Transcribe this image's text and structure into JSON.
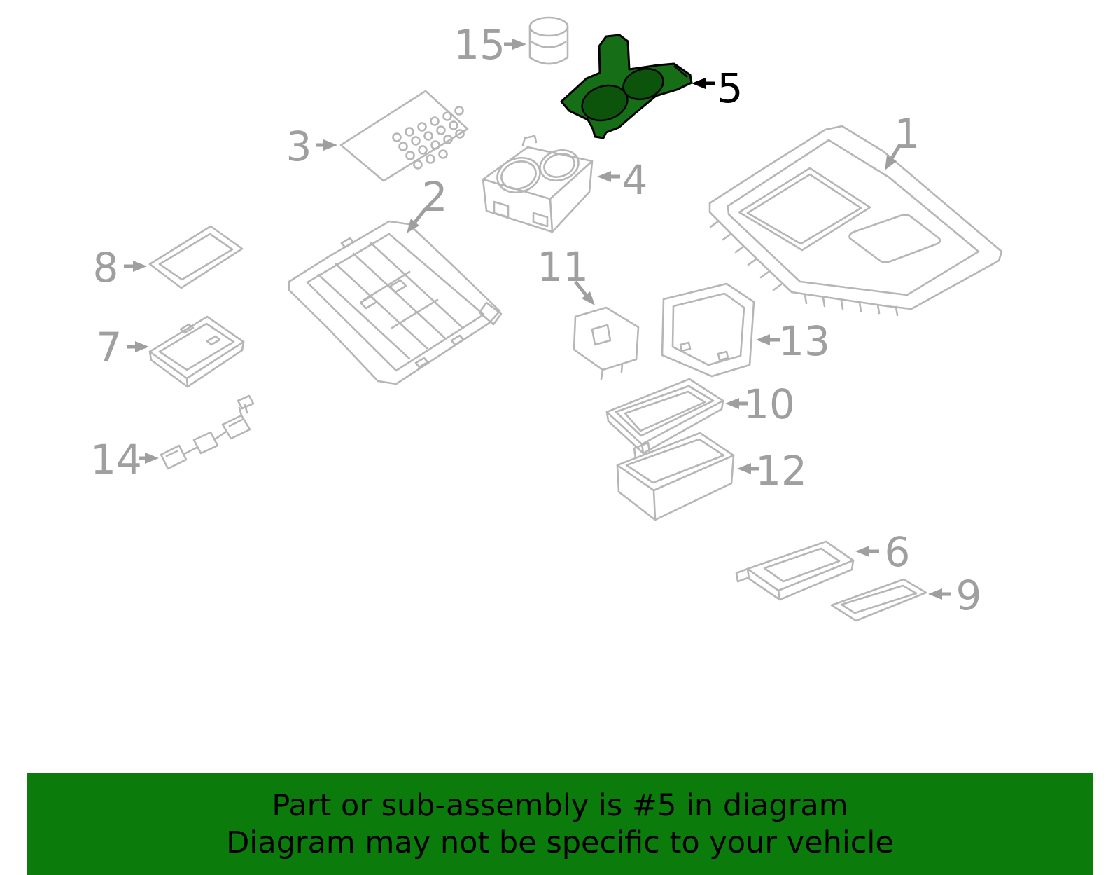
{
  "page": {
    "type": "exploded-parts-diagram",
    "highlighted_part_number": "5"
  },
  "diagram": {
    "line_color": "#b6b6b6",
    "label_color": "#9f9f9f",
    "highlight_fill": "#166f16",
    "highlight_hole_fill": "#0c540c",
    "highlight_outline": "#000000",
    "callout_numbers": [
      "1",
      "2",
      "3",
      "4",
      "5",
      "6",
      "7",
      "8",
      "9",
      "10",
      "11",
      "12",
      "13",
      "14",
      "15"
    ]
  },
  "labels": {
    "n1": "1",
    "n2": "2",
    "n3": "3",
    "n4": "4",
    "n5": "5",
    "n6": "6",
    "n7": "7",
    "n8": "8",
    "n9": "9",
    "n10": "10",
    "n11": "11",
    "n12": "12",
    "n13": "13",
    "n14": "14",
    "n15": "15"
  },
  "banner": {
    "line1": "Part or sub-assembly is #5 in diagram",
    "line2": "Diagram may not be specific to your vehicle",
    "bg_color": "#0b7b0b",
    "text_color": "#000000"
  }
}
